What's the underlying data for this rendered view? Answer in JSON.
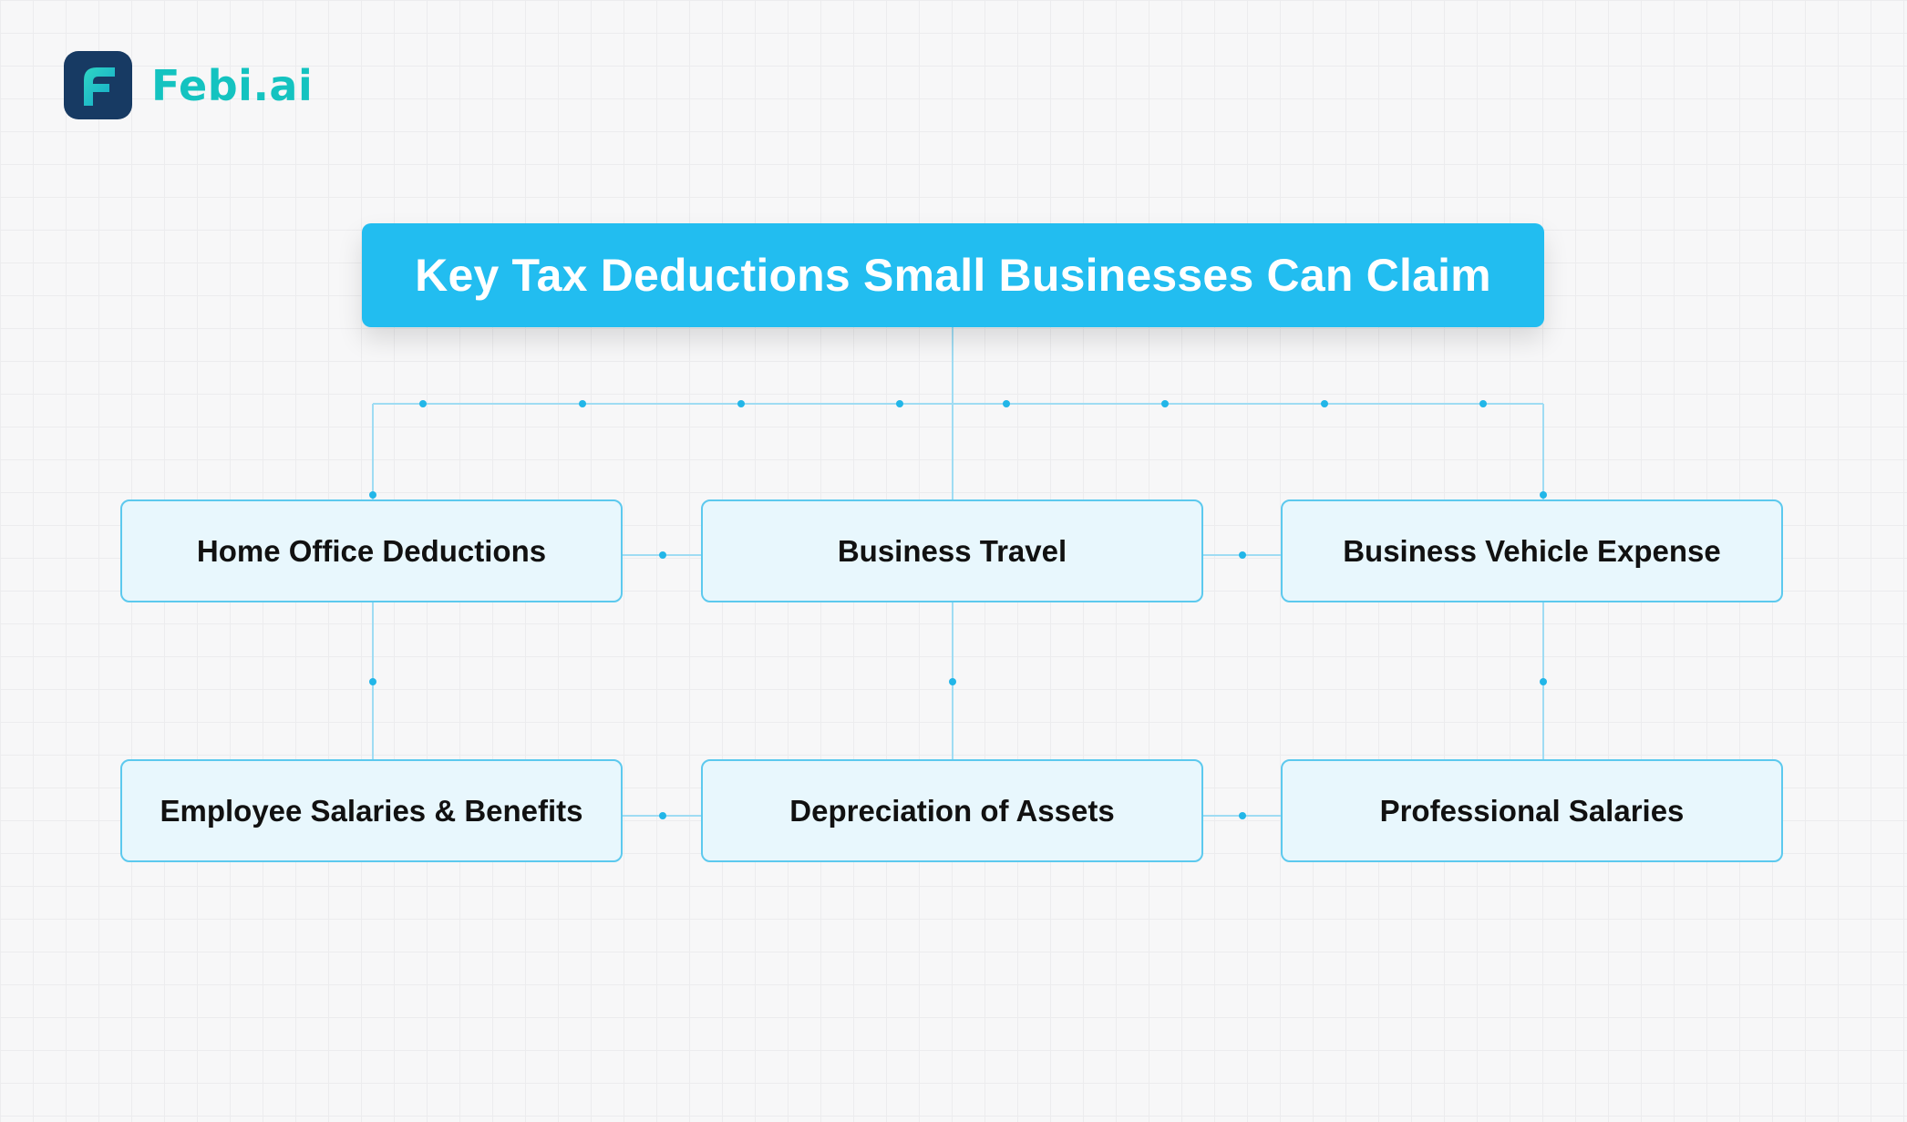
{
  "brand": {
    "name": "Febi.ai",
    "logo_icon": "febi-logo-f-mark"
  },
  "colors": {
    "title_background": "#22bdf0",
    "card_background": "#e8f7fd",
    "card_border": "#5cc9ee",
    "connector": "#9fdcf3",
    "dot": "#22b6e8",
    "brand_text": "#14c3c0",
    "logo_background": "#173a63"
  },
  "diagram": {
    "title": "Key Tax Deductions Small Businesses Can Claim",
    "items": [
      "Home Office Deductions",
      "Business Travel",
      "Business Vehicle Expense",
      "Employee Salaries & Benefits",
      "Depreciation of Assets",
      "Professional Salaries"
    ]
  }
}
